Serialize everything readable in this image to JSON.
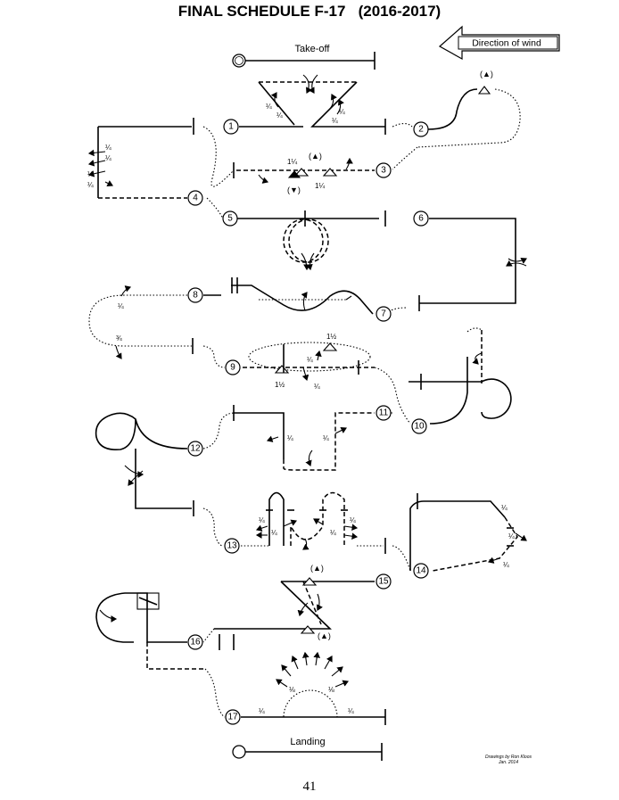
{
  "title": "FINAL SCHEDULE F-17   (2016-2017)",
  "wind_label": "Direction of wind",
  "takeoff_label": "Take-off",
  "landing_label": "Landing",
  "page_number": "41",
  "credit": [
    "Drawings by Ron Kloos",
    "Jan. 2014"
  ],
  "figure_numbers": [
    "1",
    "2",
    "3",
    "4",
    "5",
    "6",
    "7",
    "8",
    "9",
    "10",
    "11",
    "12",
    "13",
    "14",
    "15",
    "16",
    "17"
  ],
  "fractions": {
    "quarter": "¼",
    "half": "½",
    "three_quarter": "¾",
    "one_quarter": "1¼",
    "one_half": "1½",
    "eighth": "⅛"
  }
}
